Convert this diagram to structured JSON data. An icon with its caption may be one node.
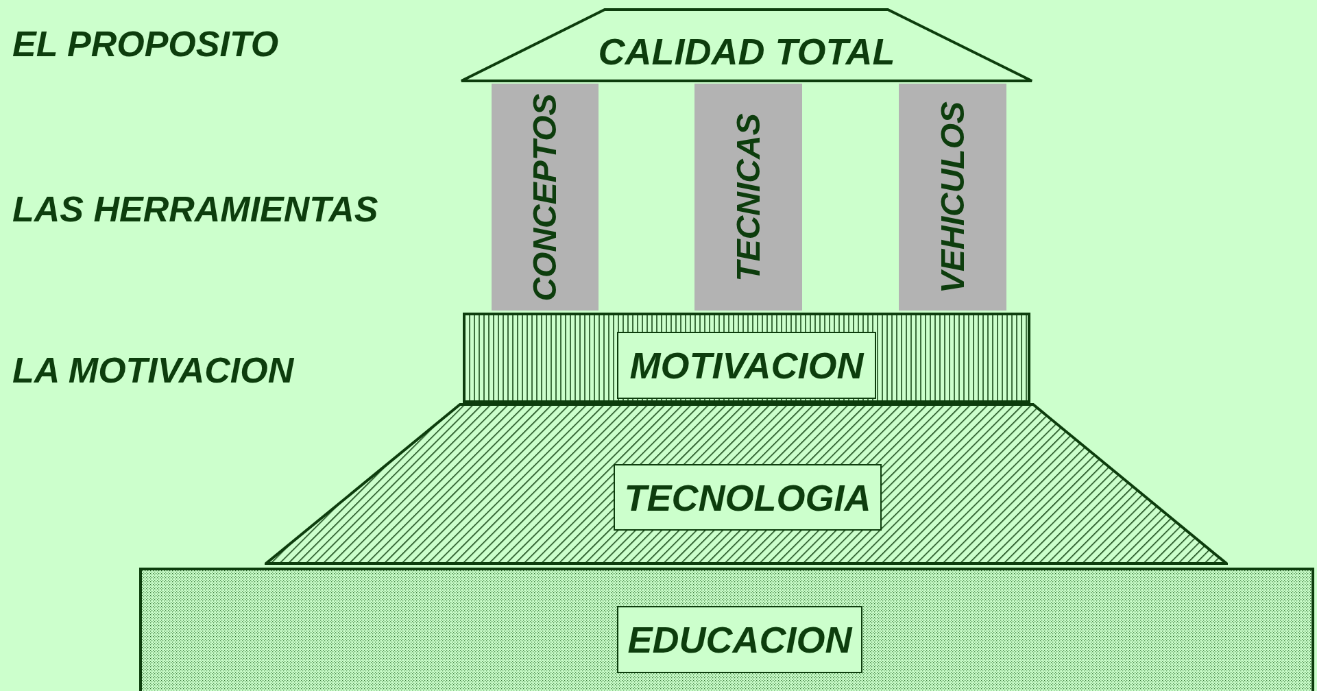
{
  "diagram": {
    "nodes": [
      {
        "text": [
          "CALIDAD TOTAL"
        ]
      },
      {
        "text": [
          "CONCEPTOS"
        ]
      },
      {
        "text": [
          "TECNICAS"
        ]
      },
      {
        "text": [
          "VEHICULOS"
        ]
      },
      {
        "text": [],
        "shape": "box"
      },
      {
        "text": [
          "MOTIVACION"
        ],
        "in": 4
      },
      {
        "text": [],
        "shape": "trapezoid"
      },
      {
        "text": [
          "TECNOLOGIA"
        ],
        "in": 6
      },
      {
        "text": [],
        "shape": "box"
      },
      {
        "text": [
          "EDUCACION"
        ],
        "in": 8
      }
    ],
    "labels": [
      "EL PROPOSITO",
      "LAS HERRAMIENTAS",
      "LA MOTIVACION"
    ]
  }
}
